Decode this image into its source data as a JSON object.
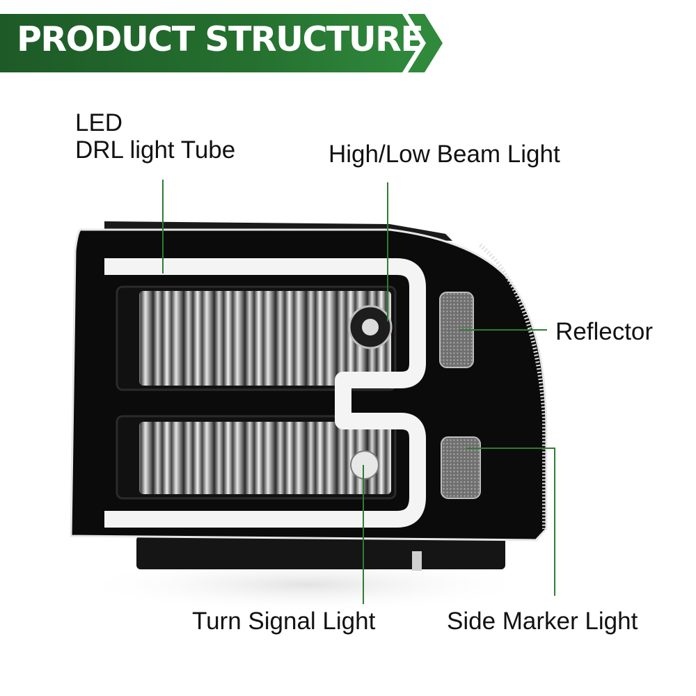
{
  "banner": {
    "title": "PRODUCT STRUCTURE"
  },
  "labels": {
    "drl_line1": "LED",
    "drl_line2": "DRL light Tube",
    "beam": "High/Low Beam Light",
    "reflector": "Reflector",
    "turn": "Turn Signal Light",
    "marker": "Side Marker Light"
  },
  "colors": {
    "banner_dark": "#1f5e2a",
    "banner_light": "#2f8a3c",
    "leader": "#2e7d32",
    "housing": "#0b0b0b"
  }
}
